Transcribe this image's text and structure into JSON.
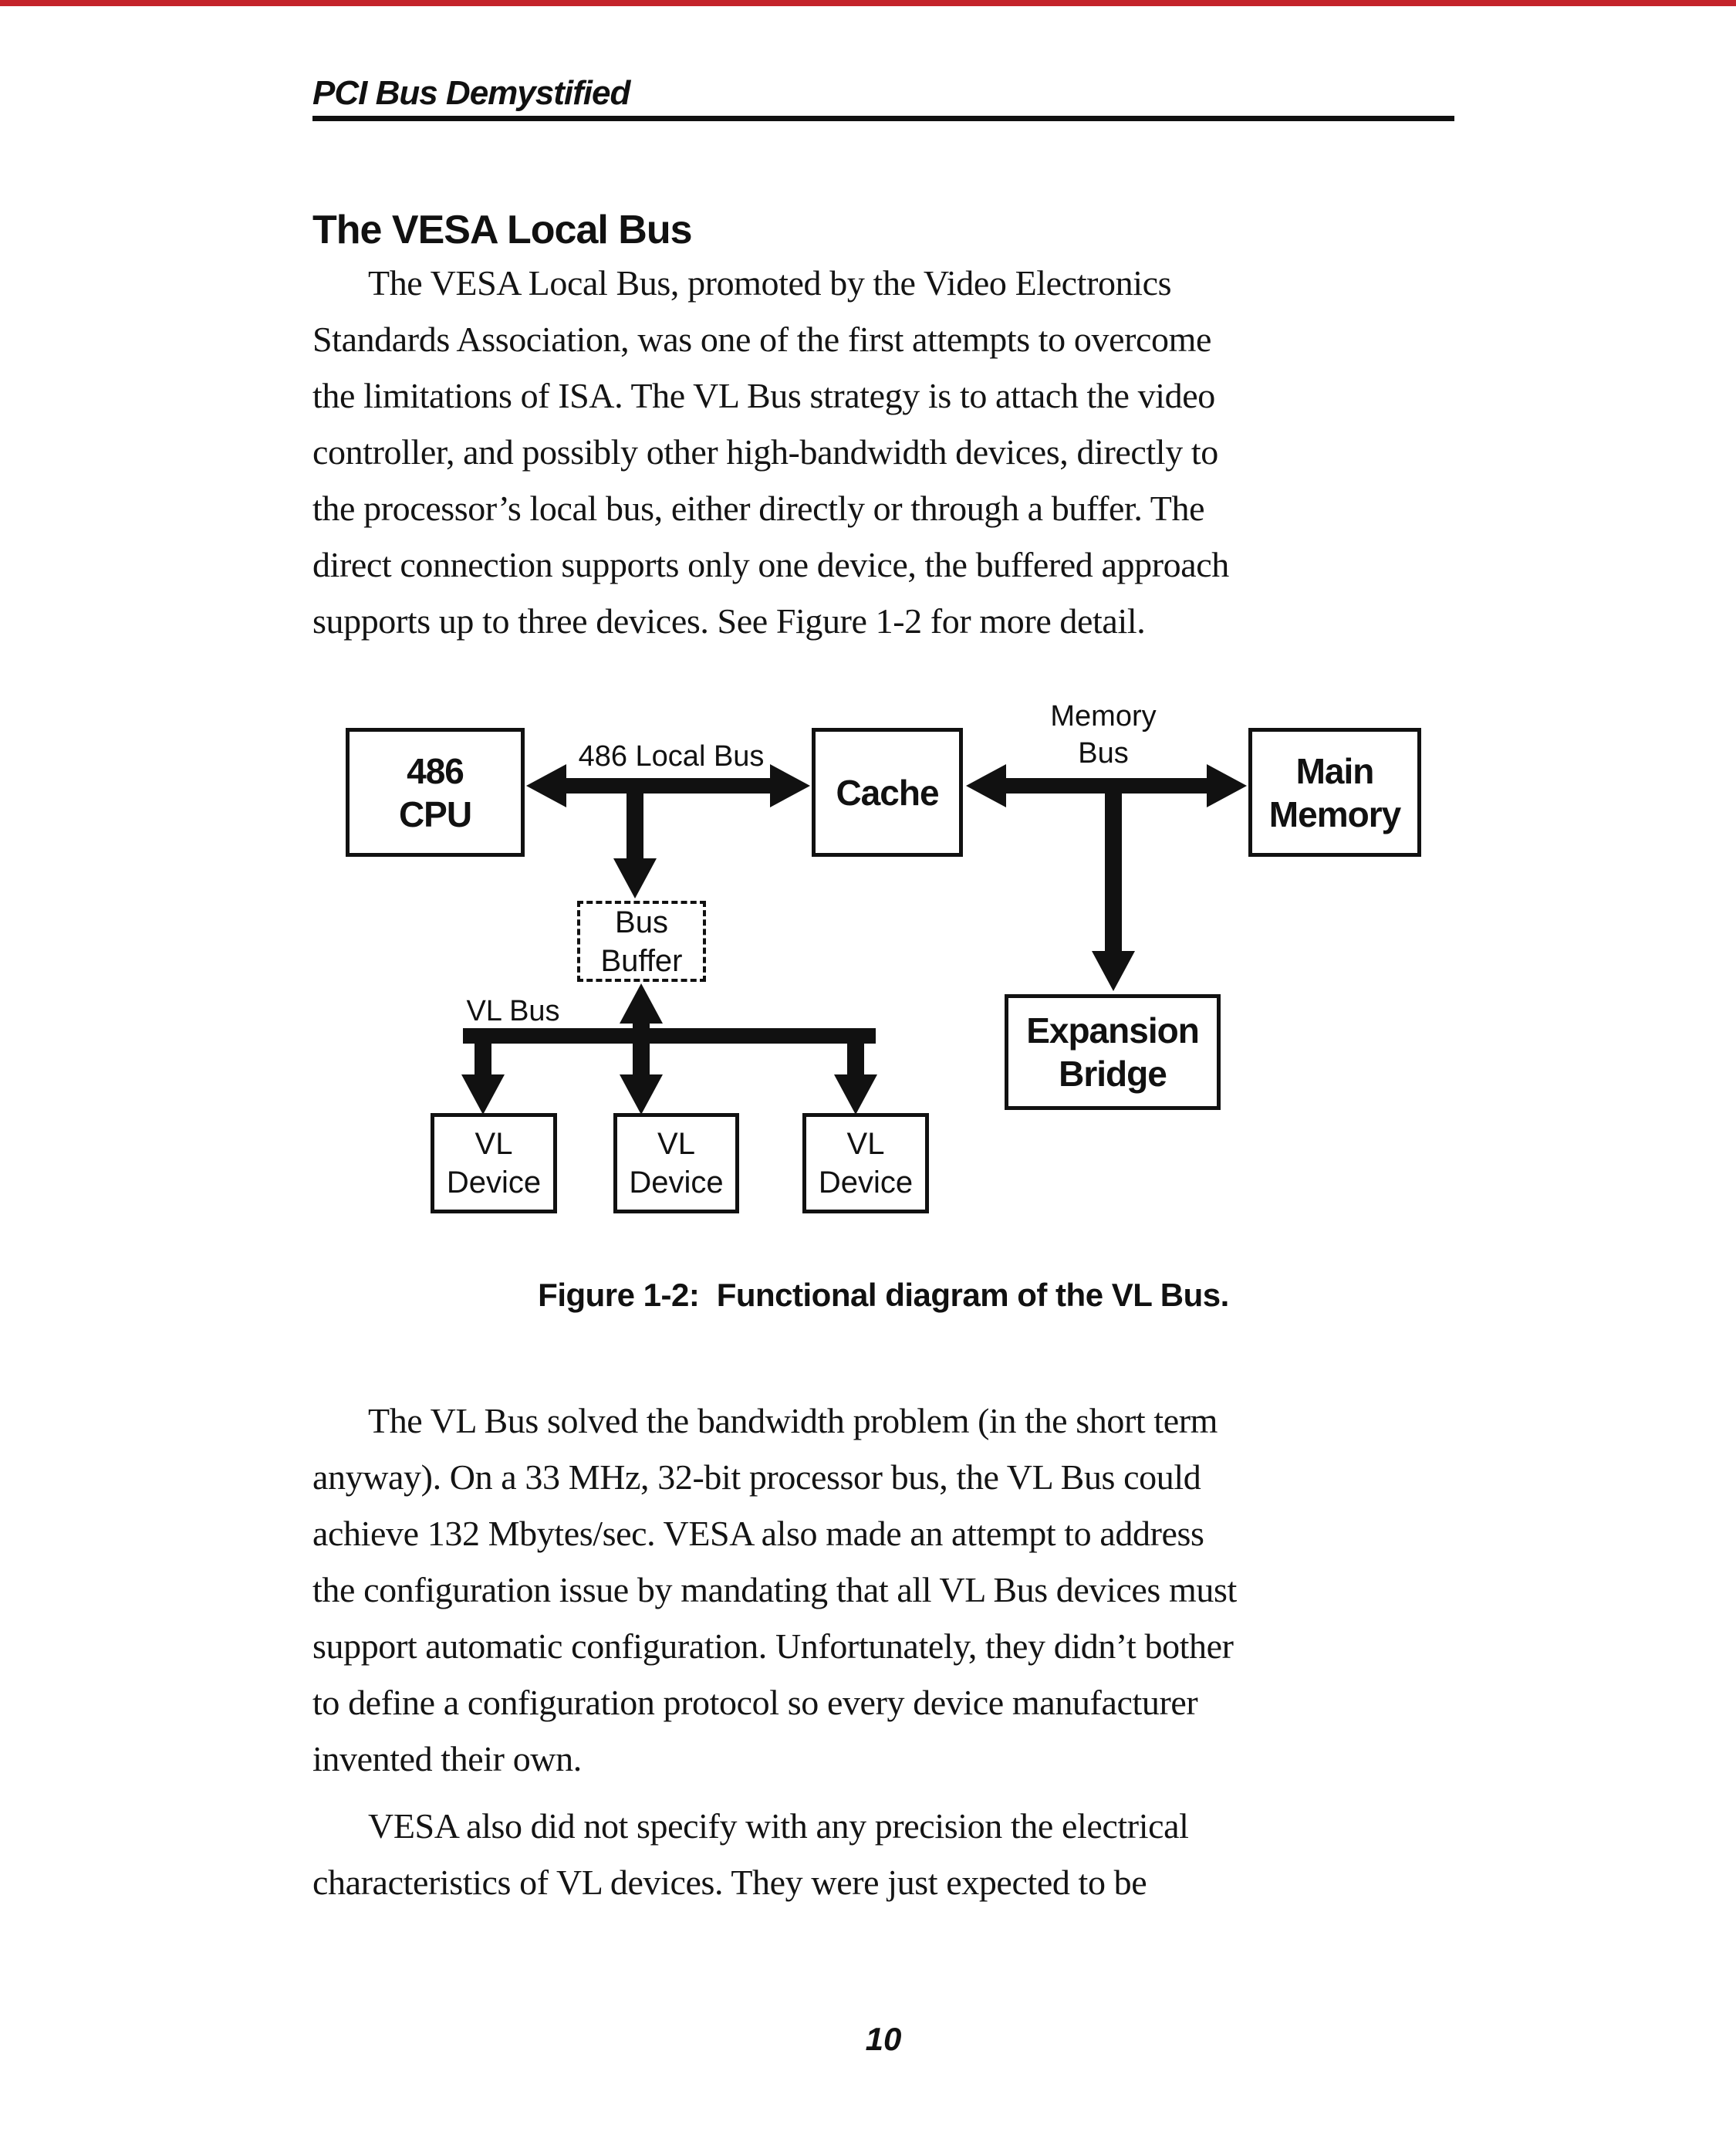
{
  "page": {
    "running_header": "PCI Bus Demystified",
    "page_number": "10"
  },
  "section": {
    "title": "The VESA Local Bus"
  },
  "paragraphs": {
    "p1": {
      "lines": [
        "The VESA Local Bus, promoted by the Video Electronics",
        "Standards Association, was one of the first attempts to overcome",
        "the limitations of ISA. The VL Bus strategy is to attach the video",
        "controller, and possibly other high-bandwidth devices, directly to",
        "the processor’s local bus, either directly or through a buffer. The",
        "direct connection supports only one device, the buffered approach",
        "supports up to three devices. See Figure 1-2 for more detail."
      ]
    },
    "p2": {
      "lines": [
        "The VL Bus solved the bandwidth problem (in the short term",
        "anyway). On a 33 MHz, 32-bit processor bus, the VL Bus could",
        "achieve 132 Mbytes/sec. VESA also made an attempt to address",
        "the configuration issue by mandating that all VL Bus devices must",
        "support automatic configuration. Unfortunately, they didn’t bother",
        "to define a configuration protocol so every device manufacturer",
        "invented their own."
      ]
    },
    "p3": {
      "lines": [
        "VESA also did not specify with any precision the electrical",
        "characteristics of VL devices. They were just expected to be"
      ]
    }
  },
  "figure": {
    "caption": "Figure 1-2:  Functional diagram of the VL Bus.",
    "diagram": {
      "boxes": {
        "cpu": {
          "line1": "486",
          "line2": "CPU"
        },
        "cache": {
          "label": "Cache"
        },
        "main_memory": {
          "line1": "Main",
          "line2": "Memory"
        },
        "bus_buffer": {
          "line1": "Bus",
          "line2": "Buffer"
        },
        "expansion_bridge": {
          "line1": "Expansion",
          "line2": "Bridge"
        },
        "vl_device": {
          "line1": "VL",
          "line2": "Device"
        }
      },
      "labels": {
        "local_bus": "486 Local Bus",
        "memory_bus_line1": "Memory",
        "memory_bus_line2": "Bus",
        "vl_bus": "VL Bus"
      }
    }
  },
  "colors": {
    "ink": "#111111",
    "paper": "#ffffff",
    "scan_edge_red": "#c4242b"
  }
}
